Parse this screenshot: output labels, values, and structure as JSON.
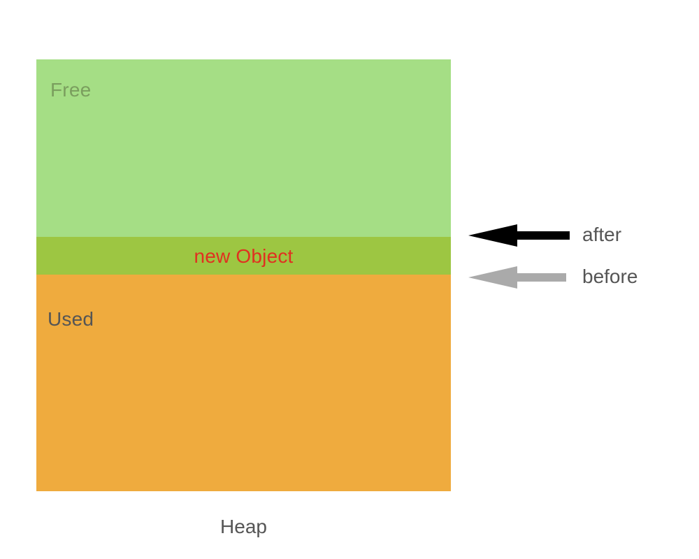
{
  "diagram": {
    "caption": "Heap",
    "caption_color": "#555555",
    "background": "#ffffff"
  },
  "heap": {
    "bands": [
      {
        "key": "free",
        "label": "Free",
        "fill": "#a5de85",
        "text_color": "#7a9e5e"
      },
      {
        "key": "new_object",
        "label": "new Object",
        "fill": "#9dc642",
        "text_color": "#e03020"
      },
      {
        "key": "used",
        "label": "Used",
        "fill": "#efab3e",
        "text_color": "#555555"
      }
    ]
  },
  "legend": {
    "items": [
      {
        "key": "after",
        "label": "after",
        "color": "#000000",
        "icon": "left-arrow-icon"
      },
      {
        "key": "before",
        "label": "before",
        "color": "#aaaaaa",
        "icon": "left-arrow-icon"
      }
    ],
    "label_color": "#555555"
  }
}
